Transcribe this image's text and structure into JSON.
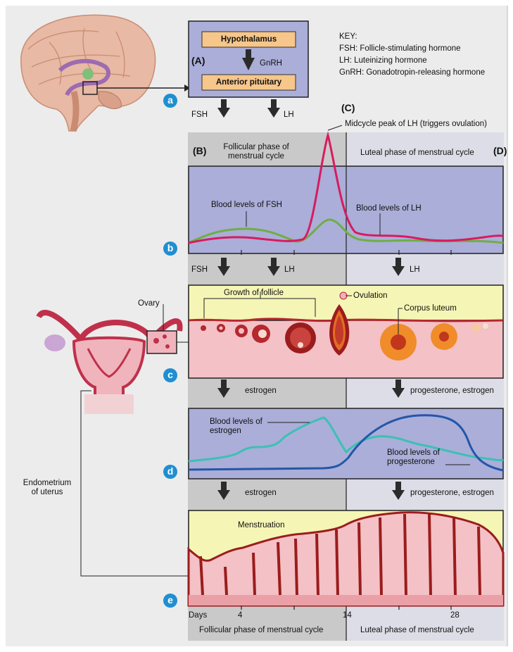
{
  "key": {
    "title": "KEY:",
    "fsh": "FSH: Follicle-stimulating hormone",
    "lh": "LH: Luteinizing hormone",
    "gnrh": "GnRH: Gonadotropin-releasing hormone"
  },
  "hpa_box": {
    "hypothalamus": "Hypothalamus",
    "gnrh": "GnRH",
    "anterior_pituitary": "Anterior pituitary",
    "label_a": "(A)"
  },
  "labels": {
    "b": "(B)",
    "c": "(C)",
    "d": "(D)"
  },
  "badges": {
    "a": "a",
    "b": "b",
    "c": "c",
    "d": "d",
    "e": "e"
  },
  "hormone_arrows": {
    "fsh_top": "FSH",
    "lh_top": "LH",
    "fsh_mid": "FSH",
    "lh_mid": "LH",
    "lh_right": "LH",
    "estrogen_1": "estrogen",
    "prog_estrogen_1": "progesterone, estrogen",
    "estrogen_2": "estrogen",
    "prog_estrogen_2": "progesterone, estrogen"
  },
  "phases": {
    "follicular_top": "Follicular phase of menstrual cycle",
    "luteal_top": "Luteal phase of menstrual cycle",
    "follicular_bottom": "Follicular phase of menstrual cycle",
    "luteal_bottom": "Luteal phase of menstrual cycle",
    "midcycle_peak": "Midcycle peak of LH (triggers ovulation)"
  },
  "panel_b": {
    "fsh_label": "Blood levels of FSH",
    "lh_label": "Blood levels of LH",
    "colors": {
      "fsh": "#6fae45",
      "lh": "#d81b60",
      "bg": "#aaaed8"
    }
  },
  "panel_c": {
    "ovary": "Ovary",
    "growth": "Growth of follicle",
    "ovulation": "Ovulation",
    "corpus_luteum": "Corpus luteum"
  },
  "panel_d": {
    "estrogen_label": "Blood levels of estrogen",
    "progesterone_label": "Blood levels of progesterone",
    "colors": {
      "estrogen": "#3cc0b5",
      "progesterone": "#2456a8"
    }
  },
  "panel_e": {
    "menstruation": "Menstruation",
    "endometrium": "Endometrium of uterus"
  },
  "days": {
    "label": "Days",
    "ticks": [
      "4",
      "14",
      "28"
    ]
  }
}
